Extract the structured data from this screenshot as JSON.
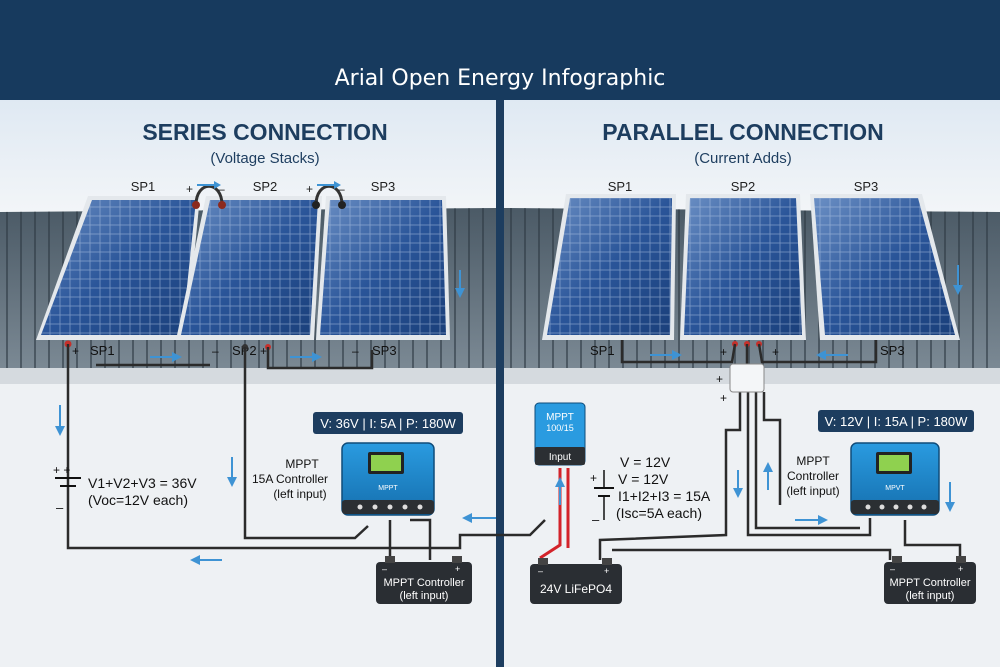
{
  "header": {
    "title": "Arial Open Energy Infographic"
  },
  "series": {
    "heading": "SERIES CONNECTION",
    "subheading": "(Voltage Stacks)",
    "panel_labels": [
      "SP1",
      "SP2",
      "SP3"
    ],
    "lower_labels": [
      "SP1",
      "SP2",
      "SP3"
    ],
    "spec_box": "V: 36V | I: 5A | P: 180W",
    "battery_formula": "V1+V2+V3 = 36V",
    "battery_note": "(Voc=12V each)",
    "controller_title": "MPPT",
    "controller_sub1": "15A Controller",
    "controller_sub2": "(left input)",
    "controller_face": "MPPT",
    "battery_label1": "MPPT Controller",
    "battery_label2": "(left input)"
  },
  "parallel": {
    "heading": "PARALLEL CONNECTION",
    "subheading": "(Current Adds)",
    "panel_labels": [
      "SP1",
      "SP2",
      "SP3"
    ],
    "lower_labels": [
      "SP1",
      "SP3"
    ],
    "spec_box": "V: 12V | I: 15A | P: 180W",
    "small_controller_line1": "MPPT",
    "small_controller_line2": "100/15",
    "small_controller_input": "Input",
    "formula_v1": "V = 12V",
    "formula_v2": "V = 12V",
    "formula_i": "I1+I2+I3 = 15A",
    "formula_note": "(Isc=5A each)",
    "controller_title": "MPPT",
    "controller_sub1": "Controller",
    "controller_sub2": "(left input)",
    "controller_face": "MPVT",
    "battery_left": "24V LiFePO4",
    "battery_right1": "MPPT Controller",
    "battery_right2": "(left input)"
  },
  "colors": {
    "header_bg": "#173a5e",
    "heading": "#1d3d5f",
    "panel": "#1e4e8f",
    "controller": "#1b85c7",
    "wire": "#2b2b2b",
    "red_wire": "#d3232a",
    "arrow": "#3e93d4"
  }
}
